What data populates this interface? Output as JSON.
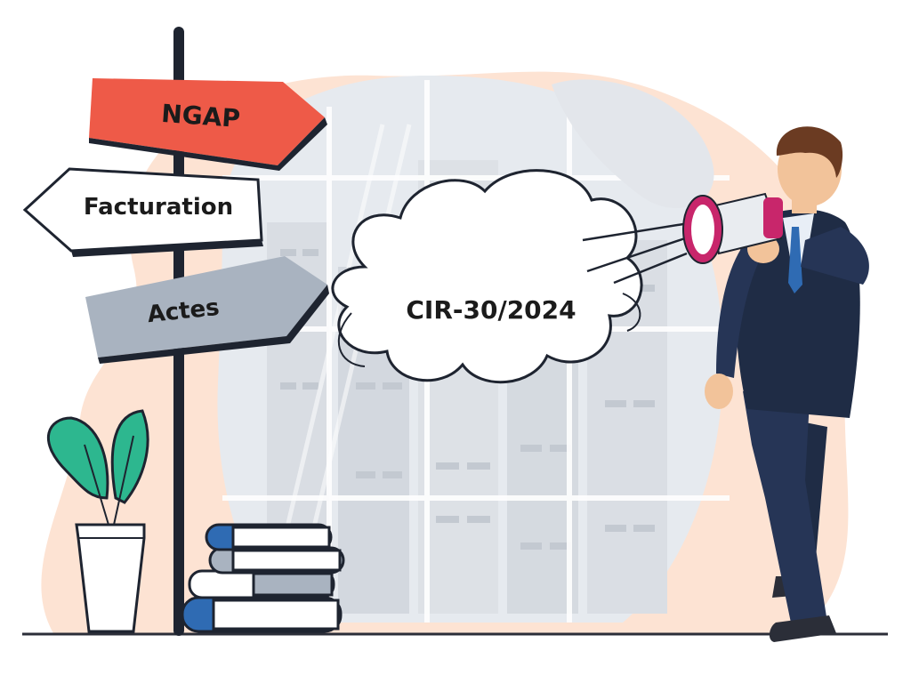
{
  "signpost": {
    "sign_top": "NGAP",
    "sign_middle": "Facturation",
    "sign_bottom": "Actes"
  },
  "announcement": {
    "bubble_text": "CIR-30/2024"
  },
  "colors": {
    "sign_top": "#ee5a48",
    "sign_middle": "#ffffff",
    "sign_bottom": "#a9b3c0",
    "blob_peach": "#fde3d3",
    "backdrop": "#e6eaef",
    "suit": "#1f2c45",
    "plant_leaf": "#2db78f",
    "book_blue": "#2f6bb3"
  }
}
